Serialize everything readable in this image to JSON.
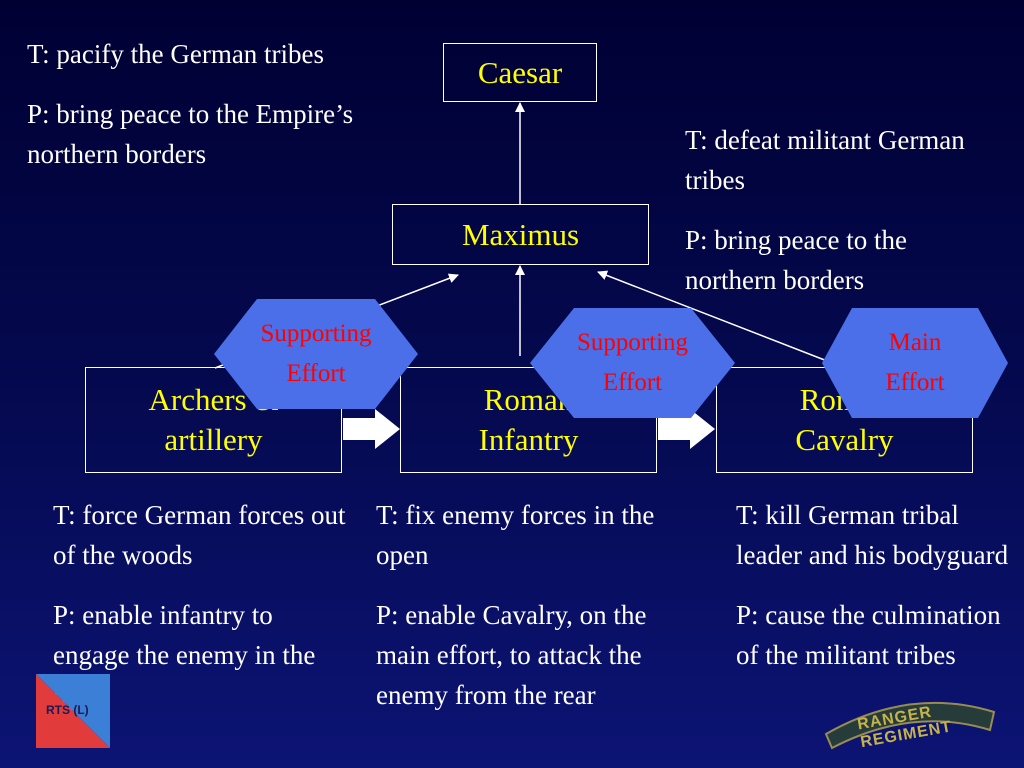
{
  "caesar_box": {
    "label": "Caesar"
  },
  "maximus_box": {
    "label": "Maximus"
  },
  "units": [
    {
      "label": "Archers &\nartillery"
    },
    {
      "label": "Roman\nInfantry"
    },
    {
      "label": "Roman\nCavalry"
    }
  ],
  "badges": [
    {
      "label": "Supporting\nEffort"
    },
    {
      "label": "Supporting\nEffort"
    },
    {
      "label": "Main\nEffort"
    }
  ],
  "caesar_notes": {
    "task": "T: pacify the German tribes",
    "purpose": "P: bring peace to the Empire’s northern borders"
  },
  "maximus_notes": {
    "task": "T: defeat militant German tribes",
    "purpose": "P: bring peace to the northern borders"
  },
  "unit_notes": [
    {
      "task": "T: force German forces out of the woods",
      "purpose": "P: enable infantry to engage the enemy in the open"
    },
    {
      "task": "T: fix enemy forces in the open",
      "purpose": "P: enable Cavalry, on the main effort, to attack the enemy from the rear"
    },
    {
      "task": "T: kill German tribal leader and his bodyguard",
      "purpose": "P: cause the culmination of the militant tribes"
    }
  ],
  "logos": {
    "left_text": "RTS (L)",
    "right_text": "RANGER REGIMENT"
  },
  "colors": {
    "box_text": "#ffff00",
    "badge_fill": "#4a6fe8",
    "badge_text": "#ff0000",
    "note_text": "#ffffff"
  }
}
